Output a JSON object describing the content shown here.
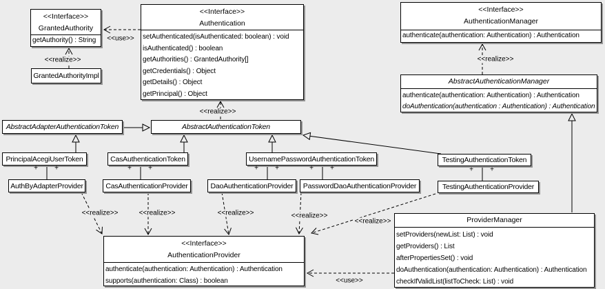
{
  "labels": {
    "interface_stereotype": "<<Interface>>",
    "use": "<<use>>",
    "realize": "<<realize>>",
    "plus": "+"
  },
  "classes": {
    "granted_authority": {
      "stereotype": "<<Interface>>",
      "name": "GrantedAuthority",
      "methods": [
        "getAuthority() : String"
      ]
    },
    "granted_authority_impl": {
      "name": "GrantedAuthorityImpl"
    },
    "authentication": {
      "stereotype": "<<Interface>>",
      "name": "Authentication",
      "methods": [
        "setAuthenticated(isAuthenticated: boolean) : void",
        "isAuthenticated() : boolean",
        "getAuthorities() : GrantedAuthority[]",
        "getCredentials() : Object",
        "getDetails() : Object",
        "getPrincipal() : Object"
      ]
    },
    "authentication_manager": {
      "stereotype": "<<Interface>>",
      "name": "AuthenticationManager",
      "methods": [
        "authenticate(authentication: Authentication) : Authentication"
      ]
    },
    "abstract_authentication_manager": {
      "name": "AbstractAuthenticationManager",
      "methods": [
        "authenticate(authentication: Authentication) : Authentication",
        "doAuthentication(authentication : Authentication) : Authentication"
      ]
    },
    "abstract_adapter_authentication_token": {
      "name": "AbstractAdapterAuthenticationToken"
    },
    "abstract_authentication_token": {
      "name": "AbstractAuthenticationToken"
    },
    "principal_acegi_user_token": {
      "name": "PrincipalAcegiUserToken"
    },
    "cas_authentication_token": {
      "name": "CasAuthenticationToken"
    },
    "username_password_authentication_token": {
      "name": "UsernamePasswordAuthenticationToken"
    },
    "testing_authentication_token": {
      "name": "TestingAuthenticationToken"
    },
    "auth_by_adapter_provider": {
      "name": "AuthByAdapterProvider"
    },
    "cas_authentication_provider": {
      "name": "CasAuthenticationProvider"
    },
    "dao_authentication_provider": {
      "name": "DaoAuthenticationProvider"
    },
    "password_dao_authentication_provider": {
      "name": "PasswordDaoAuthenticationProvider"
    },
    "testing_authentication_provider": {
      "name": "TestingAuthenticationProvider"
    },
    "authentication_provider": {
      "stereotype": "<<Interface>>",
      "name": "AuthenticationProvider",
      "methods": [
        "authenticate(authentication: Authentication) : Authentication",
        "supports(authentication: Class) : boolean"
      ]
    },
    "provider_manager": {
      "name": "ProviderManager",
      "methods": [
        "setProviders(newList: List) : void",
        "getProviders() : List",
        "afterPropertiesSet() : void",
        "doAuthentication(authentication: Authentication) : Authentication",
        "checkIfValidList(listToCheck: List) : void"
      ]
    }
  }
}
